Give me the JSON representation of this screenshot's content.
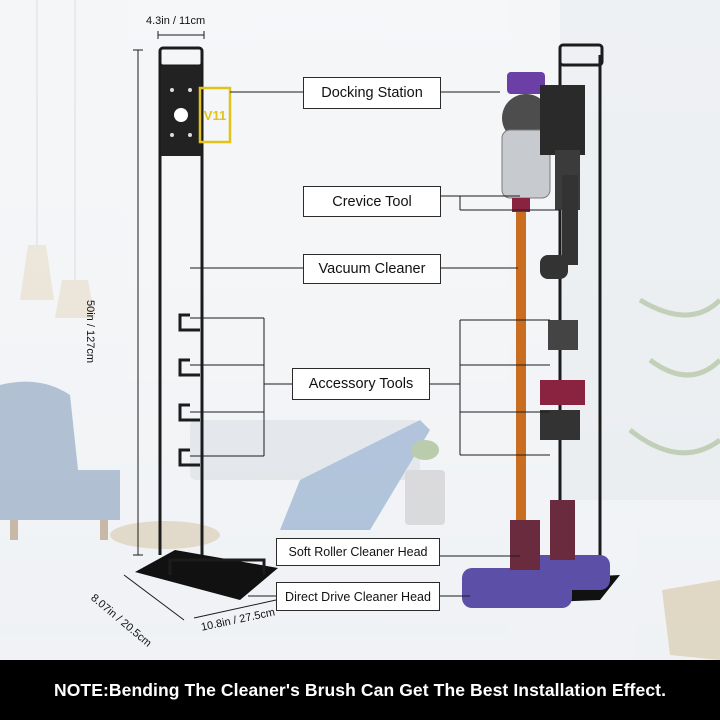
{
  "model_tag": "V11",
  "callouts": {
    "docking_station": "Docking Station",
    "crevice_tool": "Crevice Tool",
    "vacuum_cleaner": "Vacuum Cleaner",
    "accessory_tools": "Accessory Tools",
    "soft_roller": "Soft Roller Cleaner Head",
    "direct_drive": "Direct Drive Cleaner Head"
  },
  "dimensions": {
    "top_width": "4.3in / 11cm",
    "height": "50in / 127cm",
    "base_depth": "8.07in / 20.5cm",
    "base_width": "10.8in / 27.5cm"
  },
  "note": "NOTE:Bending The Cleaner's Brush Can Get The Best Installation Effect."
}
